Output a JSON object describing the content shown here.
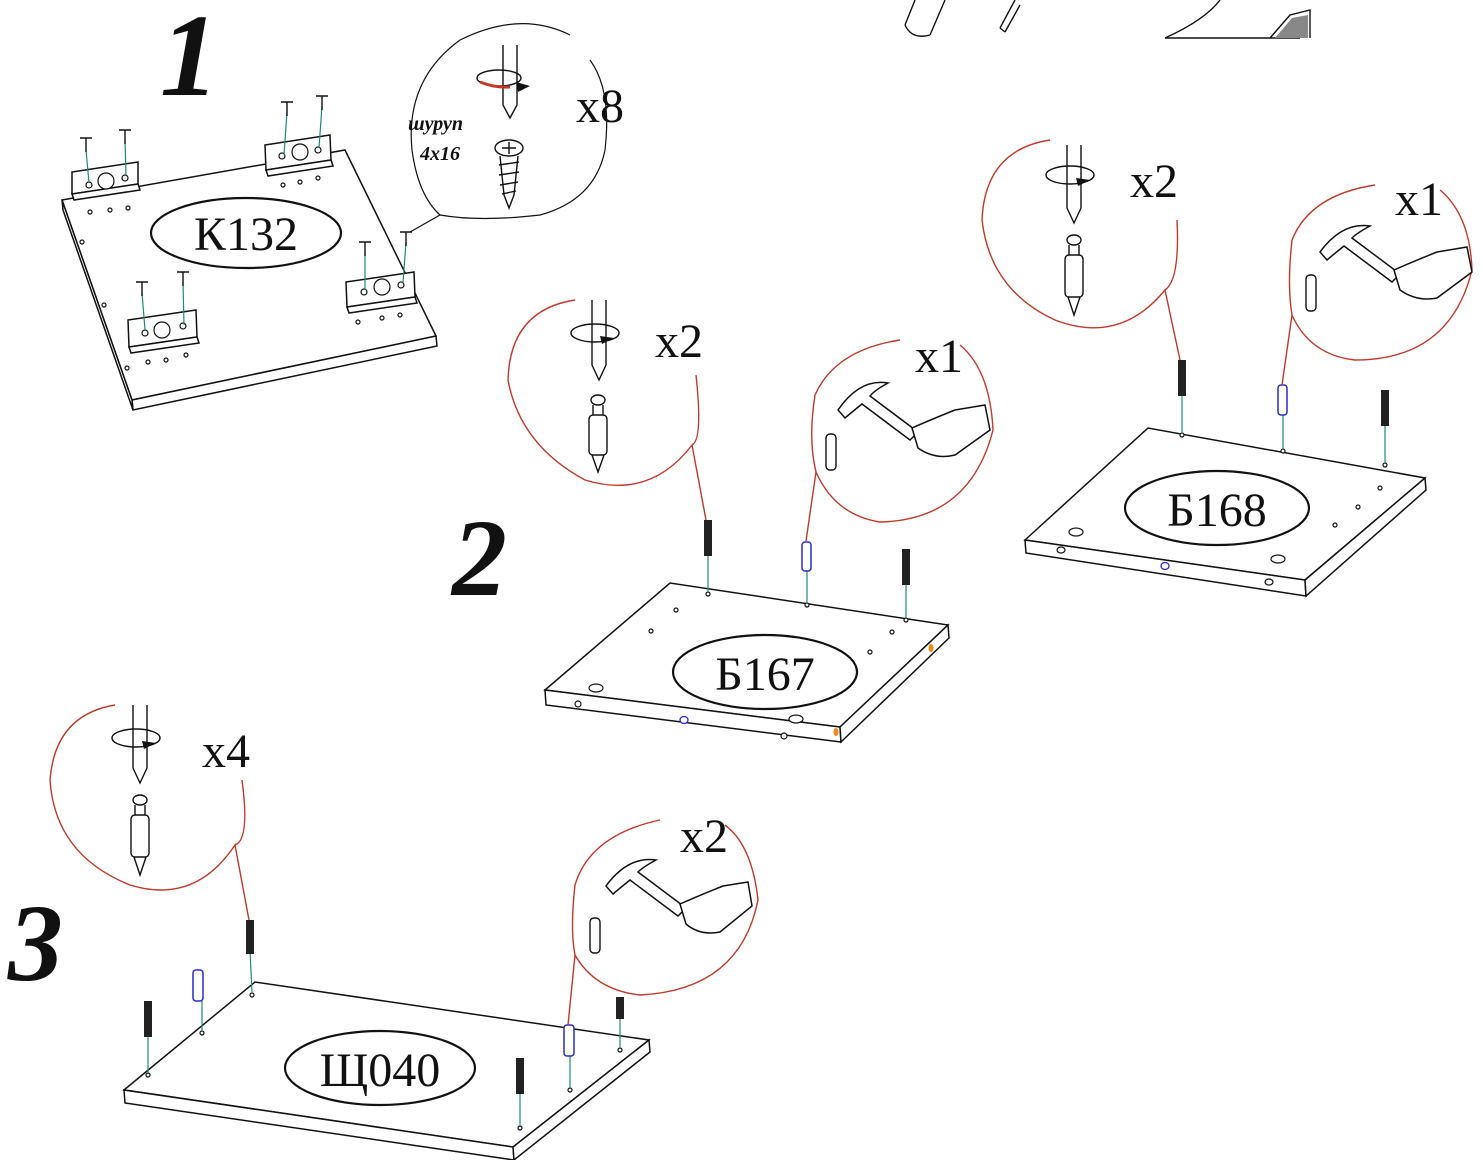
{
  "steps": [
    {
      "number": "1",
      "panel_label": "К132"
    },
    {
      "number": "2",
      "panel_labels": [
        "Б167",
        "Б168"
      ]
    },
    {
      "number": "3",
      "panel_label": "Щ040"
    }
  ],
  "callouts": {
    "screw_qty": "x8",
    "screw_name": "шуруп",
    "screw_size": "4x16",
    "b167_confirmat_qty": "x2",
    "b167_dowel_qty": "x1",
    "b168_confirmat_qty": "x2",
    "b168_dowel_qty": "x1",
    "sh040_confirmat_qty": "x4",
    "sh040_dowel_qty": "x2"
  },
  "colors": {
    "callout_line": "#c0392b",
    "dowel": "#2a2ad0",
    "guide_line": "#1f8a7a",
    "edge_mark": "#f08a1c"
  },
  "icons": [
    "screwdriver-icon",
    "hammer-icon",
    "confirmat-screw-icon",
    "wood-dowel-icon",
    "wood-screw-icon",
    "rotation-arrow-icon"
  ]
}
